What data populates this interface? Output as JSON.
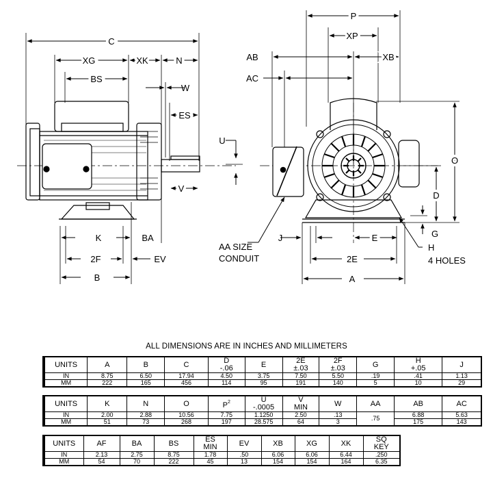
{
  "labels": {
    "C": "C",
    "XG": "XG",
    "XK": "XK",
    "N": "N",
    "BS": "BS",
    "W": "W",
    "ES": "ES",
    "U": "U",
    "V": "V",
    "K": "K",
    "BA": "BA",
    "F2": "2F",
    "EV": "EV",
    "B": "B",
    "P": "P",
    "XP": "XP",
    "AB": "AB",
    "XB": "XB",
    "AC": "AC",
    "O": "O",
    "D": "D",
    "G": "G",
    "J": "J",
    "E": "E",
    "E2": "2E",
    "A": "A",
    "H": "H",
    "H_holes": "4 HOLES",
    "AA_line1": "AA SIZE",
    "AA_line2": "CONDUIT"
  },
  "caption": "ALL DIMENSIONS ARE IN INCHES AND MILLIMETERS",
  "table1": {
    "head": [
      "UNITS",
      "A",
      "B",
      "C",
      "D",
      "-.06",
      "E",
      "2E",
      "±.03",
      "2F",
      "±.03",
      "G",
      "H",
      "+.05",
      "J"
    ],
    "inch": [
      "IN",
      "8.75",
      "6.50",
      "17.94",
      "4.50",
      "3.75",
      "7.50",
      "5.50",
      ".19",
      ".41",
      "1.13"
    ],
    "mm": [
      "MM",
      "222",
      "165",
      "456",
      "114",
      "95",
      "191",
      "140",
      "5",
      "10",
      "29"
    ]
  },
  "table2": {
    "head": [
      "UNITS",
      "K",
      "N",
      "O",
      "P",
      "2",
      "U",
      "-.0005",
      "V",
      "MIN",
      "W",
      "AA",
      "AB",
      "AC"
    ],
    "inch": [
      "IN",
      "2.00",
      "2.88",
      "10.56",
      "7.75",
      "1.1250",
      "2.50",
      ".13",
      ".75",
      "6.88",
      "5.63"
    ],
    "mm": [
      "MM",
      "51",
      "73",
      "268",
      "197",
      "28.575",
      "64",
      "3",
      "175",
      "143"
    ]
  },
  "table3": {
    "head": [
      "UNITS",
      "AF",
      "BA",
      "BS",
      "ES",
      "MIN",
      "EV",
      "XB",
      "XG",
      "XK",
      "SQ",
      "KEY"
    ],
    "inch": [
      "IN",
      "2.13",
      "2.75",
      "8.75",
      "1.78",
      ".50",
      "6.06",
      "6.06",
      "6.44",
      ".250"
    ],
    "mm": [
      "MM",
      "54",
      "70",
      "222",
      "45",
      "13",
      "154",
      "154",
      "164",
      "6.35"
    ]
  }
}
